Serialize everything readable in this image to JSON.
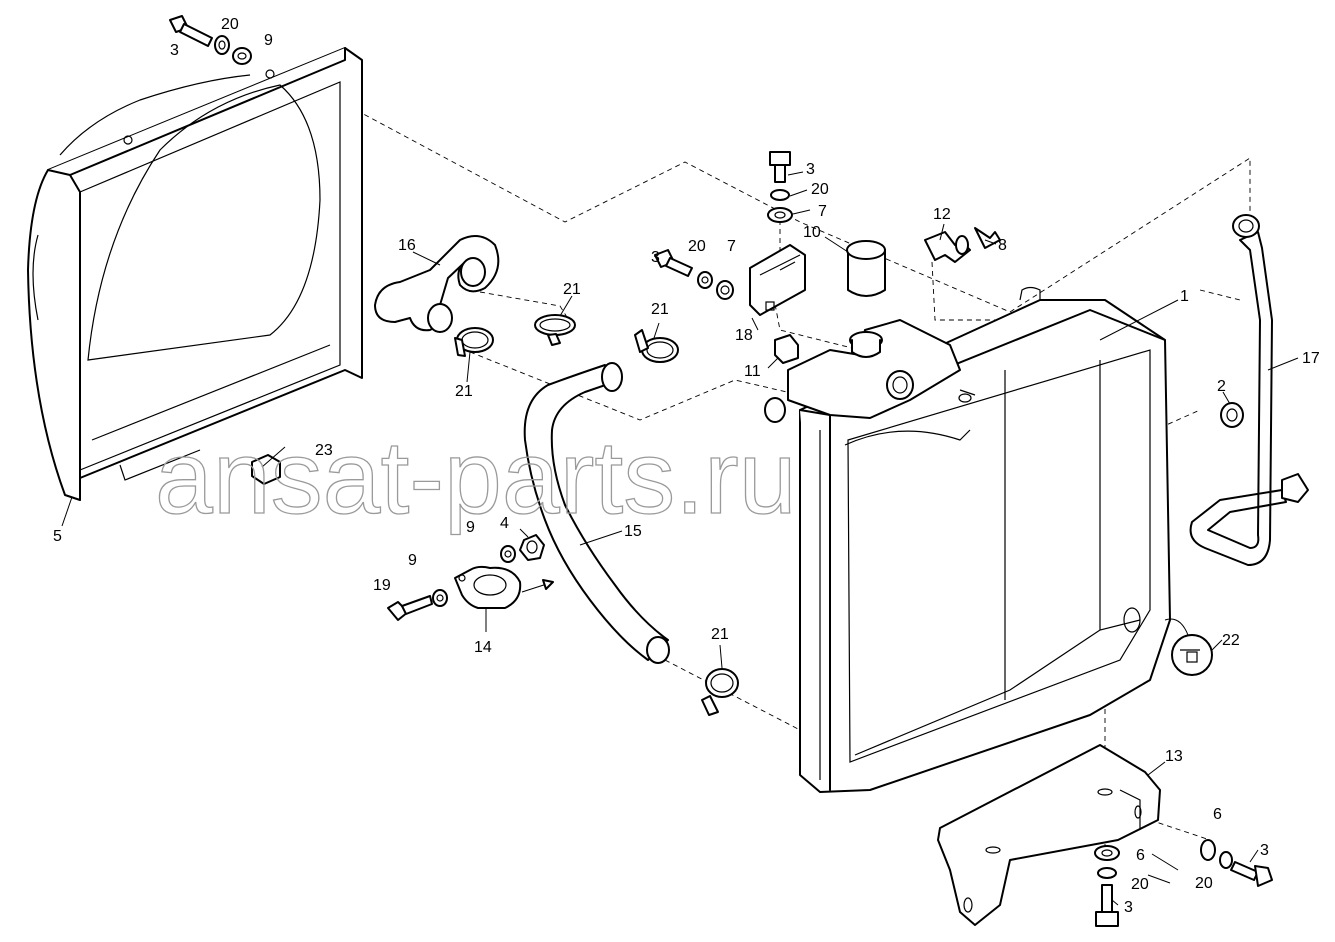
{
  "watermark": "ansat-parts.ru",
  "corner_mark": "",
  "callouts": [
    {
      "id": "c-20-a",
      "label": "20"
    },
    {
      "id": "c-3-a",
      "label": "3"
    },
    {
      "id": "c-9-a",
      "label": "9"
    },
    {
      "id": "c-5",
      "label": "5"
    },
    {
      "id": "c-23",
      "label": "23"
    },
    {
      "id": "c-16",
      "label": "16"
    },
    {
      "id": "c-21-a",
      "label": "21"
    },
    {
      "id": "c-21-b",
      "label": "21"
    },
    {
      "id": "c-21-c",
      "label": "21"
    },
    {
      "id": "c-21-d",
      "label": "21"
    },
    {
      "id": "c-3-b",
      "label": "3"
    },
    {
      "id": "c-20-b",
      "label": "20"
    },
    {
      "id": "c-7-a",
      "label": "7"
    },
    {
      "id": "c-3-c",
      "label": "3"
    },
    {
      "id": "c-20-c",
      "label": "20"
    },
    {
      "id": "c-7-b",
      "label": "7"
    },
    {
      "id": "c-10",
      "label": "10"
    },
    {
      "id": "c-18",
      "label": "18"
    },
    {
      "id": "c-11",
      "label": "11"
    },
    {
      "id": "c-12",
      "label": "12"
    },
    {
      "id": "c-8",
      "label": "8"
    },
    {
      "id": "c-1",
      "label": "1"
    },
    {
      "id": "c-17",
      "label": "17"
    },
    {
      "id": "c-2",
      "label": "2"
    },
    {
      "id": "c-9-b",
      "label": "9"
    },
    {
      "id": "c-4",
      "label": "4"
    },
    {
      "id": "c-15",
      "label": "15"
    },
    {
      "id": "c-9-c",
      "label": "9"
    },
    {
      "id": "c-19",
      "label": "19"
    },
    {
      "id": "c-14",
      "label": "14"
    },
    {
      "id": "c-22",
      "label": "22"
    },
    {
      "id": "c-13",
      "label": "13"
    },
    {
      "id": "c-6-a",
      "label": "6"
    },
    {
      "id": "c-6-b",
      "label": "6"
    },
    {
      "id": "c-3-d",
      "label": "3"
    },
    {
      "id": "c-20-d",
      "label": "20"
    },
    {
      "id": "c-20-e",
      "label": "20"
    },
    {
      "id": "c-3-e",
      "label": "3"
    }
  ]
}
